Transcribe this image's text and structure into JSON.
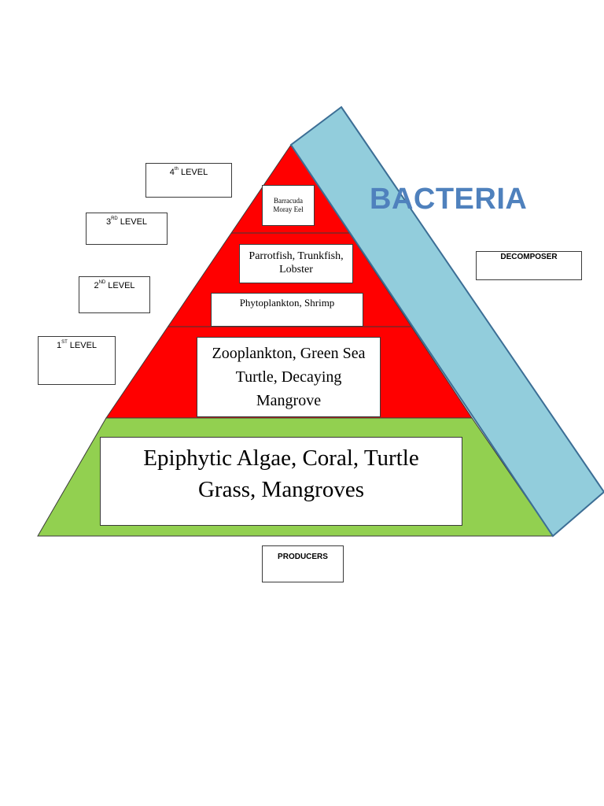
{
  "decomposer_label": "BACTERIA",
  "tiers": {
    "tier4": "Barracuda Moray Eel",
    "tier3a": "Parrotfish, Trunkfish, Lobster",
    "tier3b": "Phytoplankton, Shrimp",
    "tier2": "Zooplankton, Green Sea Turtle, Decaying Mangrove",
    "tier1": "Epiphytic Algae, Coral, Turtle Grass, Mangroves"
  },
  "labels": {
    "level4": {
      "num": "4",
      "sup": "th",
      "text": "LEVEL"
    },
    "level3": {
      "num": "3",
      "sup": "RD",
      "text": "LEVEL"
    },
    "level2": {
      "num": "2",
      "sup": "ND",
      "text": "LEVEL"
    },
    "level1": {
      "num": "1",
      "sup": "ST",
      "text": "LEVEL"
    },
    "producers": "PRODUCERS",
    "decomposer": "DECOMPOSER"
  },
  "colors": {
    "consumers": "#ff0000",
    "producers": "#92d050",
    "bacteria_band": "#92cddc",
    "bacteria_text": "#4f81bd"
  }
}
